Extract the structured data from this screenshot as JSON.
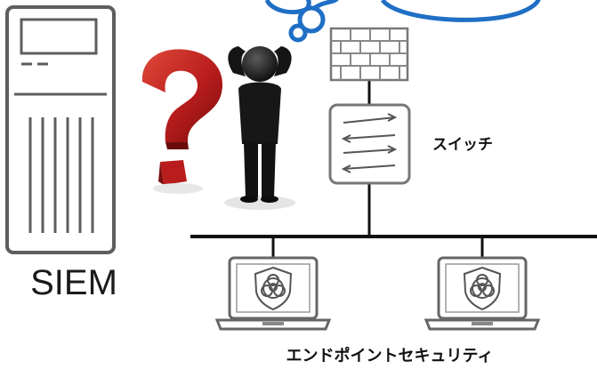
{
  "labels": {
    "siem": "SIEM",
    "switch": "スイッチ",
    "endpoint_security": "エンドポイントセキュリティ"
  },
  "icons": [
    "server-icon",
    "question-mark-icon",
    "confused-person-icon",
    "cloud-icon",
    "firewall-icon",
    "switch-icon",
    "laptop-icon",
    "biohazard-shield-icon"
  ],
  "colors": {
    "cloud_stroke": "#1f6fc5",
    "question_red": "#b81c1c",
    "outline_gray": "#6e6e6e",
    "line_black": "#111111"
  }
}
